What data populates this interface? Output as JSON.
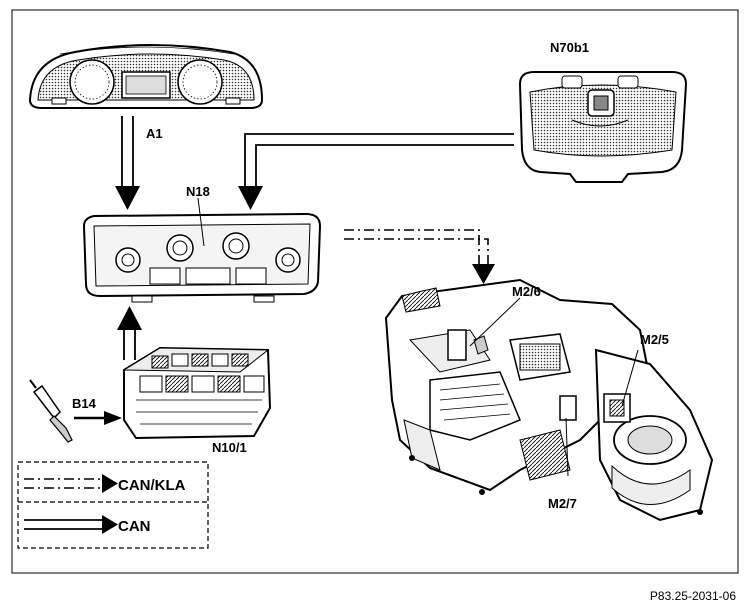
{
  "labels": {
    "a1": "A1",
    "n18": "N18",
    "n70b1": "N70b1",
    "b14": "B14",
    "n10_1": "N10/1",
    "m2_6": "M2/6",
    "m2_5": "M2/5",
    "m2_7": "M2/7"
  },
  "legend": {
    "can_kla": "CAN/KLA",
    "can": "CAN"
  },
  "reference": "P83.25-2031-06",
  "colors": {
    "line": "#000000",
    "background": "#ffffff"
  }
}
